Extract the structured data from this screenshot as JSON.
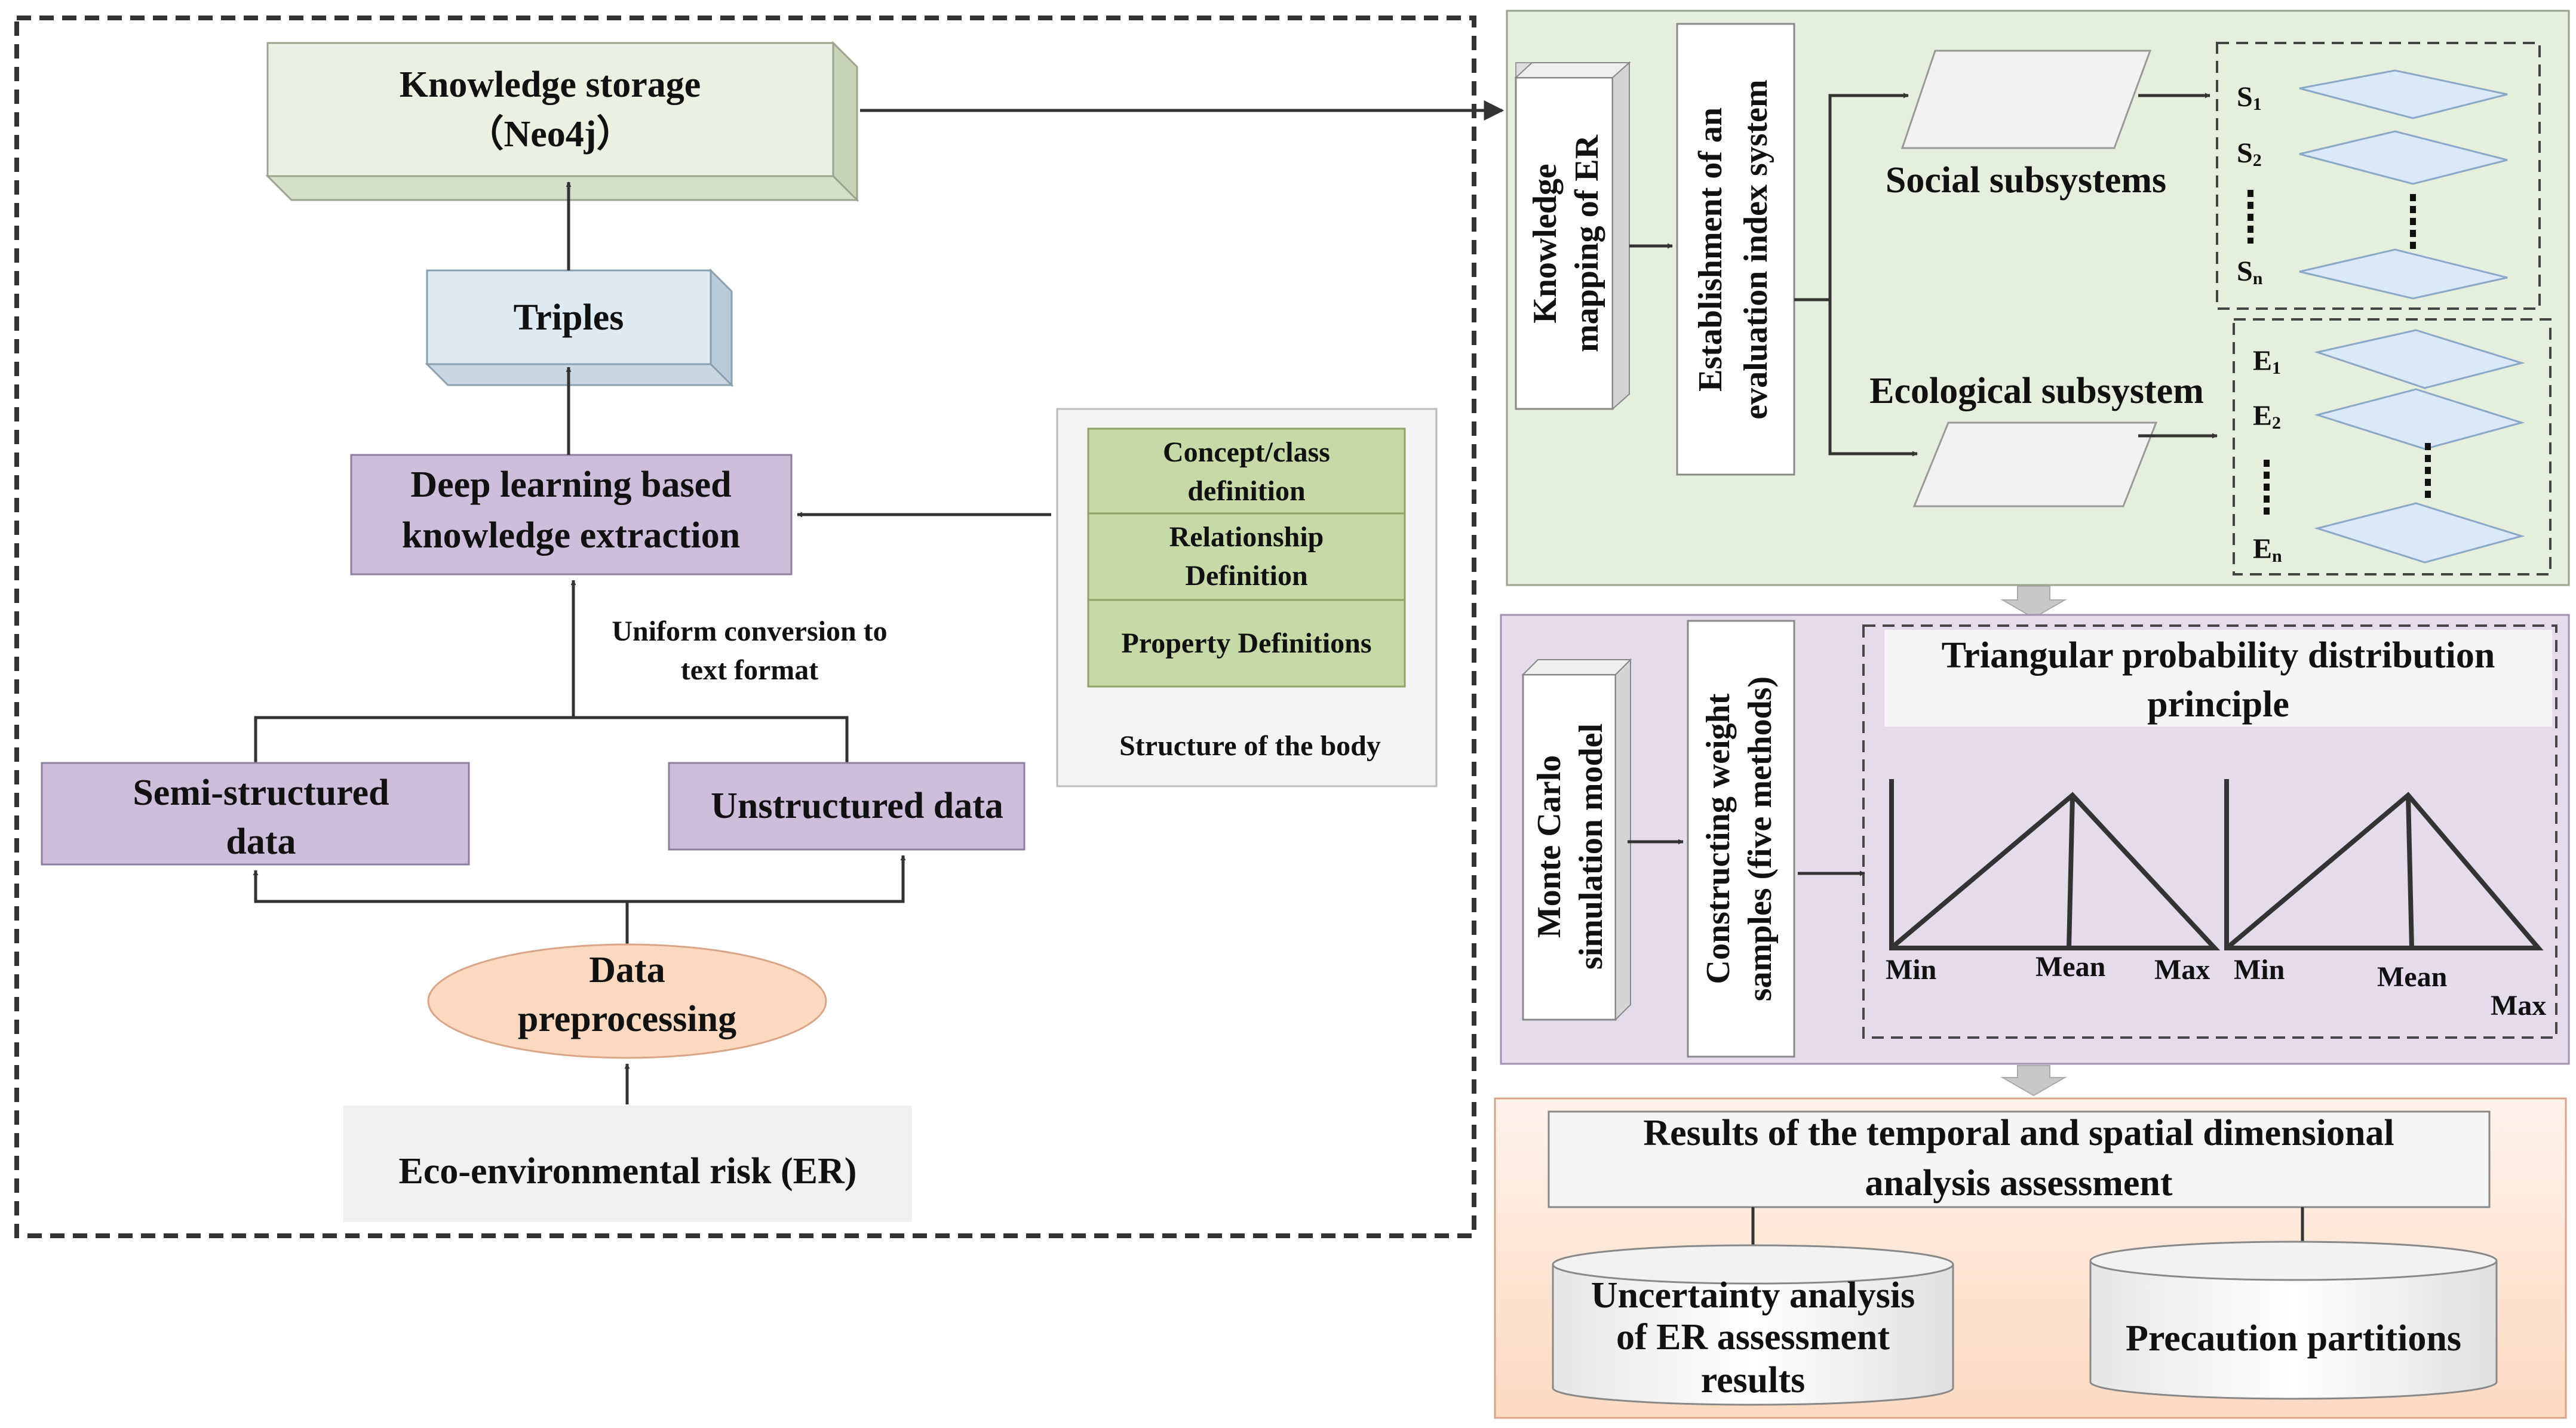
{
  "left_panel": {
    "knowledge_storage": {
      "line1": "Knowledge storage",
      "line2": "（Neo4j）"
    },
    "triples": "Triples",
    "deep_learning": {
      "line1": "Deep learning based",
      "line2": "knowledge extraction"
    },
    "conversion_note": {
      "line1": "Uniform conversion to",
      "line2": "text format"
    },
    "semi_structured": {
      "line1": "Semi-structured",
      "line2": "data"
    },
    "unstructured": "Unstructured data",
    "preprocessing": {
      "line1": "Data",
      "line2": "preprocessing"
    },
    "er_source": "Eco-environmental risk (ER)",
    "body_structure": {
      "concept": {
        "line1": "Concept/class",
        "line2": "definition"
      },
      "relationship": {
        "line1": "Relationship",
        "line2": "Definition"
      },
      "property": "Property Definitions",
      "caption": "Structure of the body"
    }
  },
  "top_right": {
    "knowledge_mapping": {
      "line1": "Knowledge",
      "line2": "mapping of ER"
    },
    "index_system": {
      "line1": "Establishment of an",
      "line2": "evaluation index system"
    },
    "social_subsystems": "Social subsystems",
    "ecological_subsystem": "Ecological subsystem",
    "social_items": [
      {
        "letter": "S",
        "sub": "1"
      },
      {
        "letter": "S",
        "sub": "2"
      },
      {
        "letter": "S",
        "sub": "n"
      }
    ],
    "eco_items": [
      {
        "letter": "E",
        "sub": "1"
      },
      {
        "letter": "E",
        "sub": "2"
      },
      {
        "letter": "E",
        "sub": "n"
      }
    ]
  },
  "middle_right": {
    "monte_carlo": {
      "line1": "Monte Carlo",
      "line2": "simulation model"
    },
    "weights": {
      "line1": "Constructing weight",
      "line2": "samples (five methods)"
    },
    "triangular": {
      "line1": "Triangular probability distribution",
      "line2": "principle"
    },
    "tri1_labels": {
      "min": "Min",
      "mean": "Mean",
      "max": "Max"
    },
    "tri2_labels": {
      "min": "Min",
      "mean": "Mean",
      "max": "Max"
    }
  },
  "bottom_right": {
    "results": {
      "line1": "Results of the temporal and spatial dimensional",
      "line2": "analysis assessment"
    },
    "uncertainty": {
      "line1": "Uncertainty analysis",
      "line2": "of ER assessment",
      "line3": "results"
    },
    "precaution": "Precaution partitions"
  },
  "colors": {
    "green_panel": "#e6eedd",
    "purple_panel": "#e4dcea",
    "orange_panel": "#fde6d7",
    "purple_box": "#cdbfdc",
    "blue_box": "#dfeaf2",
    "green_box": "#c7d9a7",
    "ellipse": "#fbd9c1",
    "parallelogram": "#dae8f7"
  }
}
